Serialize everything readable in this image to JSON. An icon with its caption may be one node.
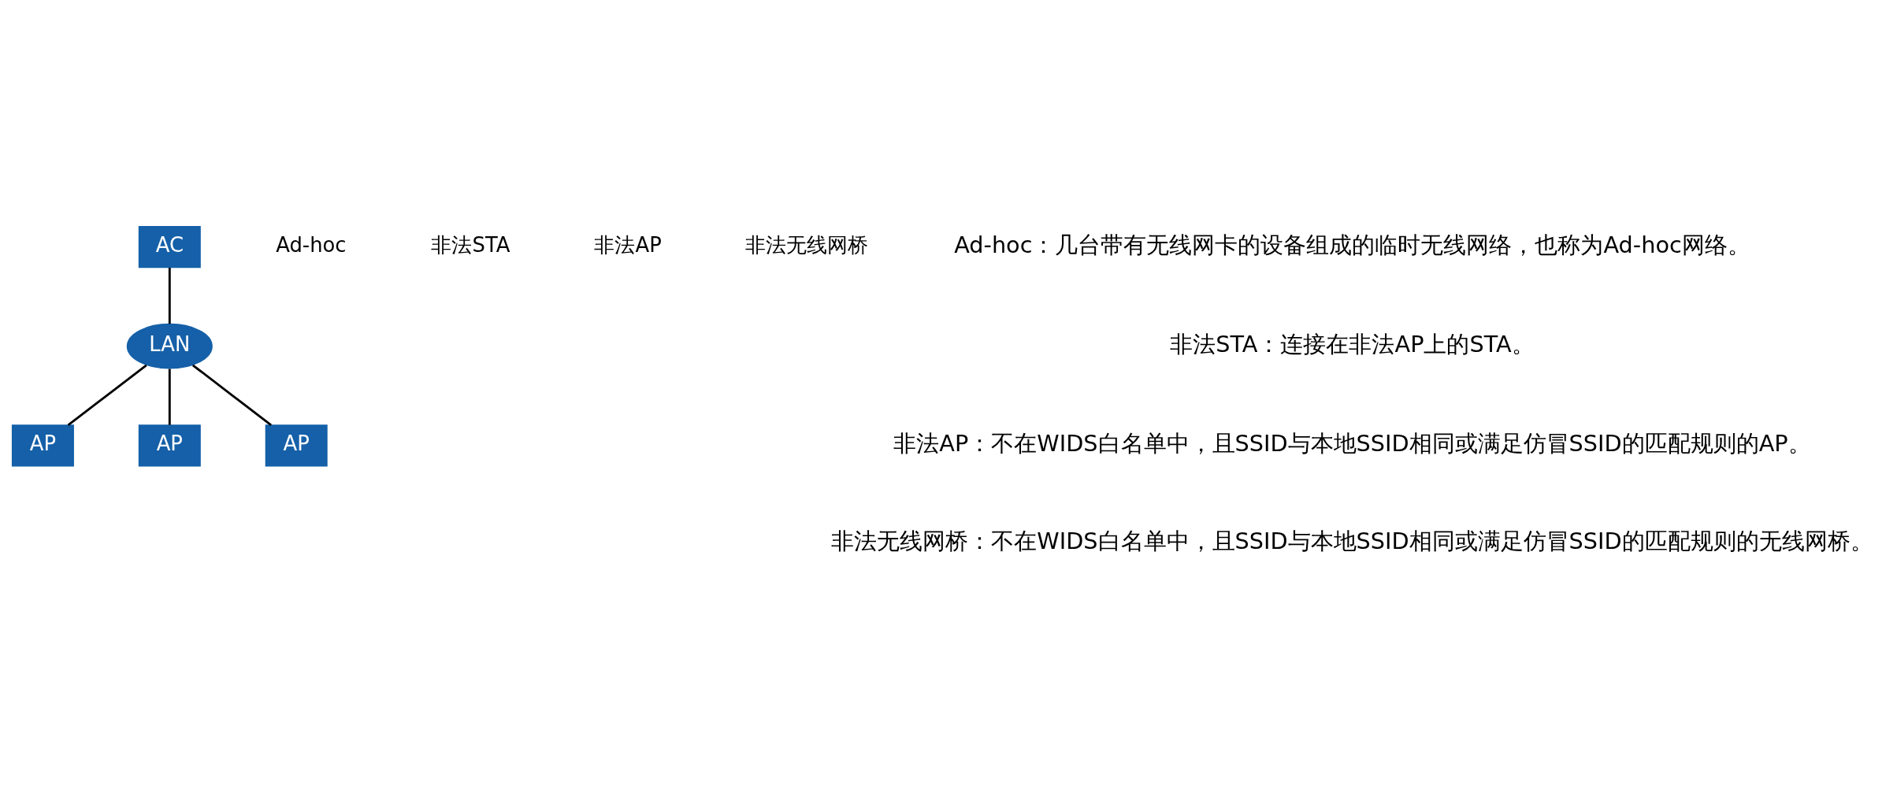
{
  "diagram": {
    "nodes": [
      {
        "text": [
          "AC"
        ]
      },
      {
        "text": [
          "LAN"
        ]
      },
      {
        "text": [
          "AP"
        ]
      },
      {
        "text": [
          "AP"
        ]
      },
      {
        "text": [
          "AP"
        ]
      }
    ],
    "edges": [
      {
        "from": 0,
        "to": 1,
        "arrow": "none"
      },
      {
        "from": 1,
        "to": 2,
        "arrow": "none"
      },
      {
        "from": 1,
        "to": 3,
        "arrow": "none"
      },
      {
        "from": 1,
        "to": 4,
        "arrow": "none"
      }
    ],
    "labels": [
      "Ad-hoc",
      "非法STA",
      "非法AP",
      "非法无线网桥",
      "Ad-hoc：几台带有无线网卡的设备组成的临时无线网络，也称为Ad-hoc网络。",
      "非法STA：连接在非法AP上的STA。",
      "非法AP：不在WIDS白名单中，且SSID与本地SSID相同或满足仿冒SSID的匹配规则的AP。",
      "非法无线网桥：不在WIDS白名单中，且SSID与本地SSID相同或满足仿冒SSID的匹配规则的无线网桥。"
    ]
  }
}
